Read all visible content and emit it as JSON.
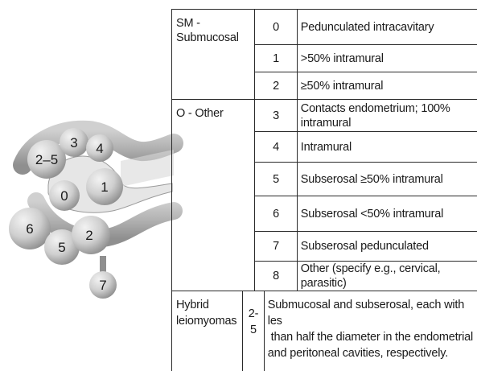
{
  "diagram": {
    "fibroid_labels": [
      "0",
      "1",
      "2",
      "2–5",
      "3",
      "4",
      "5",
      "6",
      "7"
    ]
  },
  "table": {
    "groups": [
      {
        "name": "SM - Submucosal",
        "rows": [
          {
            "code": "0",
            "description": "Pedunculated intracavitary"
          },
          {
            "code": "1",
            "description": ">50% intramural"
          },
          {
            "code": "2",
            "description": "≥50% intramural"
          }
        ]
      },
      {
        "name": "O - Other",
        "rows": [
          {
            "code": "3",
            "description": "Contacts endometrium; 100% intramural"
          },
          {
            "code": "4",
            "description": "Intramural"
          },
          {
            "code": "5",
            "description": "Subserosal ≥50% intramural"
          },
          {
            "code": "6",
            "description": "Subserosal <50% intramural"
          },
          {
            "code": "7",
            "description": "Subserosal pedunculated"
          },
          {
            "code": "8",
            "description": "Other (specify e.g., cervical, parasitic)"
          }
        ]
      }
    ],
    "hybrid": {
      "name_line1": "Hybrid",
      "name_line2": "leiomyomas",
      "code": "2-5",
      "description_lines": [
        "Submucosal and subserosal, each with les",
        " than half the diameter in the endometrial",
        "and peritoneal cavities, respectively."
      ]
    }
  },
  "colors": {
    "uterus_tube": "#b9b9b9",
    "fibroid": "#d6d6d6",
    "border": "#2a2a2a"
  }
}
